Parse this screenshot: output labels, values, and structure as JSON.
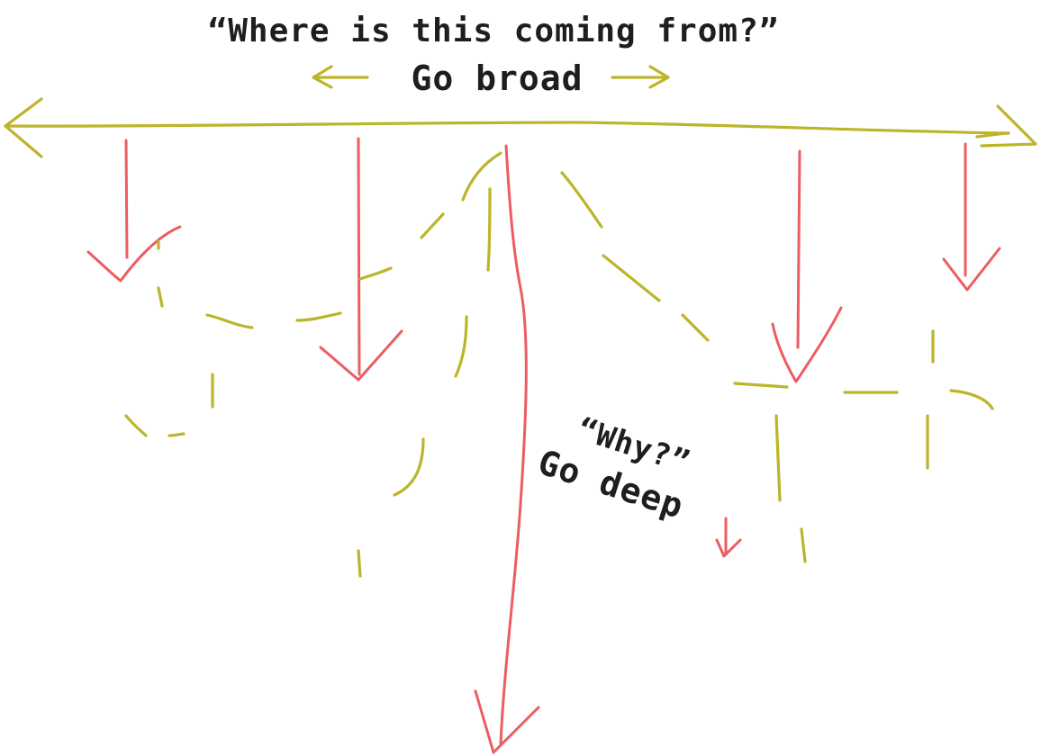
{
  "labels": {
    "broad_question": "“Where is this coming from?”",
    "broad_instruction": "Go broad",
    "deep_question": "“Why?”",
    "deep_instruction": "Go deep"
  },
  "colors": {
    "broad": "#bcb52a",
    "deep": "#ec5d61",
    "text": "#1e1e1e"
  }
}
